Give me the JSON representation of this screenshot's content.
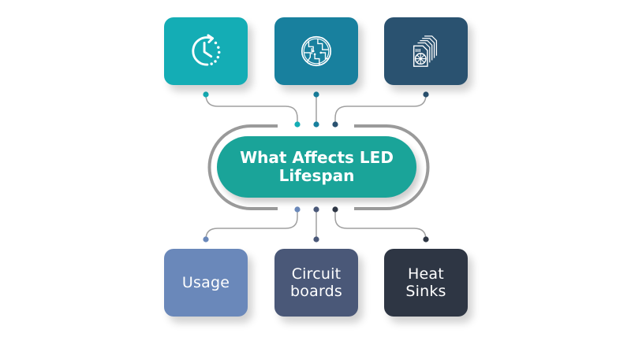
{
  "center": {
    "title_line1": "What Affects LED",
    "title_line2": "Lifespan",
    "color": "#1aa499"
  },
  "top_items": [
    {
      "icon": "clock-cycle-icon",
      "color": "#14adb5"
    },
    {
      "icon": "circuit-globe-icon",
      "color": "#18809e"
    },
    {
      "icon": "heat-sink-fins-icon",
      "color": "#2a5270"
    }
  ],
  "bottom_items": [
    {
      "label_line1": "Usage",
      "label_line2": "",
      "color": "#6a88ba"
    },
    {
      "label_line1": "Circuit",
      "label_line2": "boards",
      "color": "#4a5878"
    },
    {
      "label_line1": "Heat",
      "label_line2": "Sinks",
      "color": "#2e3644"
    }
  ],
  "colors": {
    "connector_line": "#a0a0a0",
    "bracket": "#9a9a9a"
  }
}
